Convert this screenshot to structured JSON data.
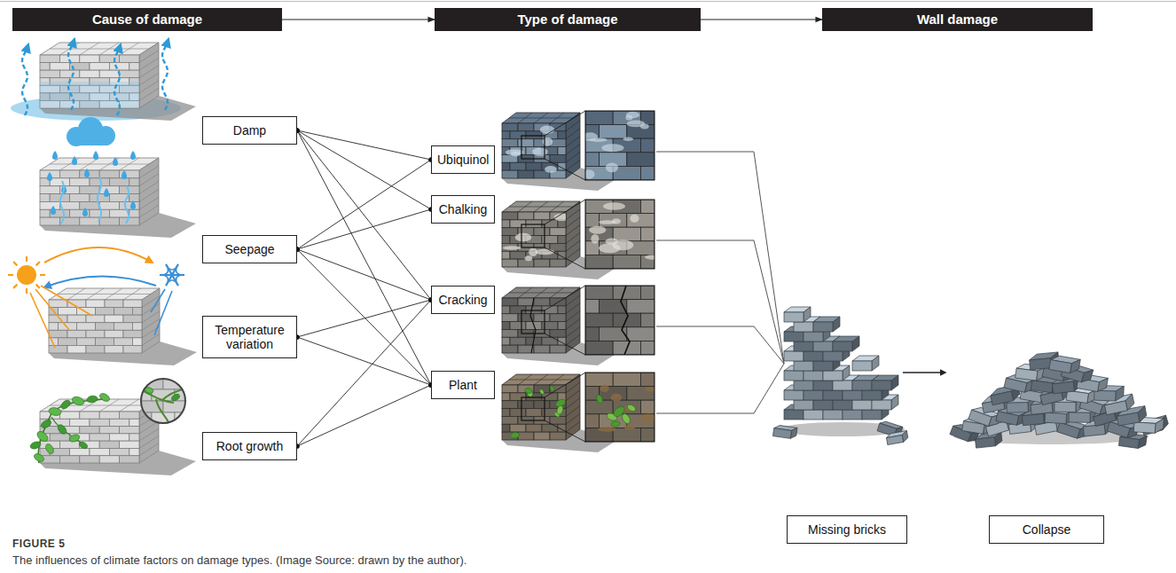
{
  "diagram": {
    "caption": "The influences of climate factors on damage types. (Image Source: drawn by the author).",
    "nodes": [
      {
        "text": [
          "Cause of damage"
        ]
      },
      {
        "text": [
          "Type of damage"
        ]
      },
      {
        "text": [
          "Wall damage"
        ]
      },
      {
        "text": [
          "Damp"
        ]
      },
      {
        "text": [
          "Seepage"
        ]
      },
      {
        "text": [
          "Temperature variation"
        ]
      },
      {
        "text": [
          "Root growth"
        ]
      },
      {
        "text": [
          "Ubiquinol"
        ]
      },
      {
        "text": [
          "Chalking"
        ]
      },
      {
        "text": [
          "Cracking"
        ]
      },
      {
        "text": [
          "Plant"
        ]
      },
      {
        "text": [
          "Missing bricks"
        ]
      },
      {
        "text": [
          "Collapse"
        ]
      }
    ],
    "edges": [
      {
        "from": 0,
        "to": 1,
        "arrow": "to"
      },
      {
        "from": 1,
        "to": 2,
        "arrow": "to"
      },
      {
        "from": 3,
        "to": 7,
        "arrow": "none"
      },
      {
        "from": 3,
        "to": 8,
        "arrow": "none"
      },
      {
        "from": 3,
        "to": 9,
        "arrow": "none"
      },
      {
        "from": 3,
        "to": 10,
        "arrow": "none"
      },
      {
        "from": 4,
        "to": 7,
        "arrow": "none"
      },
      {
        "from": 4,
        "to": 8,
        "arrow": "none"
      },
      {
        "from": 4,
        "to": 9,
        "arrow": "none"
      },
      {
        "from": 4,
        "to": 10,
        "arrow": "none"
      },
      {
        "from": 5,
        "to": 9,
        "arrow": "none"
      },
      {
        "from": 5,
        "to": 10,
        "arrow": "none"
      },
      {
        "from": 6,
        "to": 9,
        "arrow": "none"
      },
      {
        "from": 6,
        "to": 10,
        "arrow": "none"
      }
    ],
    "labels": [
      "FIGURE 5"
    ]
  }
}
